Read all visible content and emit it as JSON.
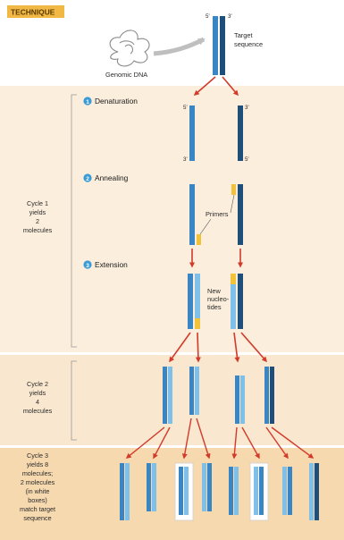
{
  "header": {
    "title": "TECHNIQUE"
  },
  "top": {
    "genomic_label": "Genomic DNA",
    "target_label_lines": [
      "Target",
      "sequence"
    ]
  },
  "strand_ends": {
    "five": "5'",
    "three": "3'"
  },
  "steps": [
    {
      "num": "1",
      "label": "Denaturation"
    },
    {
      "num": "2",
      "label": "Annealing"
    },
    {
      "num": "3",
      "label": "Extension"
    }
  ],
  "annotations": {
    "primers": "Primers",
    "new_nucleotides_lines": [
      "New",
      "nucleo-",
      "tides"
    ]
  },
  "cycles": [
    {
      "lines": [
        "Cycle 1",
        "yields",
        "2",
        "molecules"
      ]
    },
    {
      "lines": [
        "Cycle 2",
        "yields",
        "4",
        "molecules"
      ]
    },
    {
      "lines": [
        "Cycle 3",
        "yields 8",
        "molecules;",
        "2 molecules",
        "(in white",
        "boxes)",
        "match target",
        "sequence"
      ]
    }
  ],
  "colors": {
    "header_bg": "#f2b845",
    "panel_light": "#fbeedc",
    "panel_dark": "#f7d9b0",
    "strand_blue": "#3a86c4",
    "strand_dark": "#1e4f7a",
    "primer_yellow": "#f2c33a",
    "arrow_red": "#d23a2a",
    "step_circle": "#3b9bd6"
  }
}
